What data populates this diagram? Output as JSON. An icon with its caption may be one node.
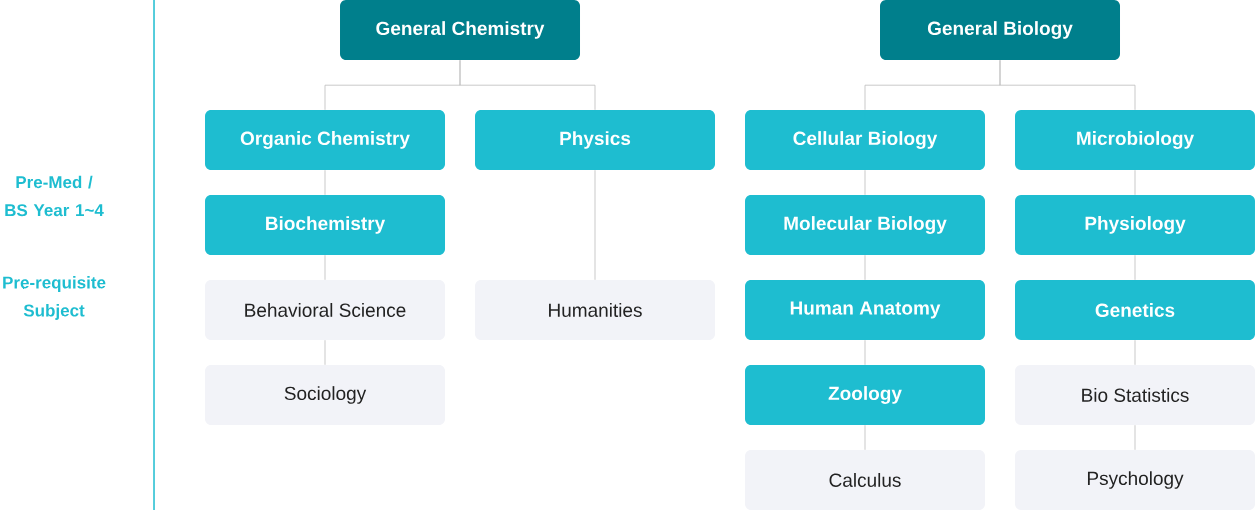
{
  "diagram": {
    "nodes": [
      {
        "text": [
          "General Chemistry"
        ]
      },
      {
        "text": [
          "General Biology"
        ]
      },
      {
        "text": [
          "Organic Chemistry"
        ]
      },
      {
        "text": [
          "Physics"
        ]
      },
      {
        "text": [
          "Biochemistry"
        ]
      },
      {
        "text": [
          "Behavioral Science"
        ]
      },
      {
        "text": [
          "Sociology"
        ]
      },
      {
        "text": [
          "Humanities"
        ]
      },
      {
        "text": [
          "Cellular Biology"
        ]
      },
      {
        "text": [
          "Microbiology"
        ]
      },
      {
        "text": [
          "Molecular Biology"
        ]
      },
      {
        "text": [
          "Human Anatomy"
        ]
      },
      {
        "text": [
          "Zoology"
        ]
      },
      {
        "text": [
          "Calculus"
        ]
      },
      {
        "text": [
          "Physiology"
        ]
      },
      {
        "text": [
          "Genetics"
        ]
      },
      {
        "text": [
          "Bio Statistics"
        ]
      },
      {
        "text": [
          "Psychology"
        ]
      }
    ],
    "edges": [
      {
        "from": 0,
        "to": 2,
        "arrow": "none"
      },
      {
        "from": 0,
        "to": 3,
        "arrow": "none"
      },
      {
        "from": 2,
        "to": 4,
        "arrow": "none"
      },
      {
        "from": 4,
        "to": 5,
        "arrow": "none"
      },
      {
        "from": 5,
        "to": 6,
        "arrow": "none"
      },
      {
        "from": 3,
        "to": 7,
        "arrow": "none"
      },
      {
        "from": 1,
        "to": 8,
        "arrow": "none"
      },
      {
        "from": 1,
        "to": 9,
        "arrow": "none"
      },
      {
        "from": 8,
        "to": 10,
        "arrow": "none"
      },
      {
        "from": 10,
        "to": 11,
        "arrow": "none"
      },
      {
        "from": 11,
        "to": 12,
        "arrow": "none"
      },
      {
        "from": 12,
        "to": 13,
        "arrow": "none"
      },
      {
        "from": 9,
        "to": 14,
        "arrow": "none"
      },
      {
        "from": 14,
        "to": 15,
        "arrow": "none"
      },
      {
        "from": 15,
        "to": 16,
        "arrow": "none"
      },
      {
        "from": 16,
        "to": 17,
        "arrow": "none"
      }
    ],
    "labels": [
      "Pre-Med / BS Year 1~4",
      "Pre-requisite Subject"
    ]
  }
}
